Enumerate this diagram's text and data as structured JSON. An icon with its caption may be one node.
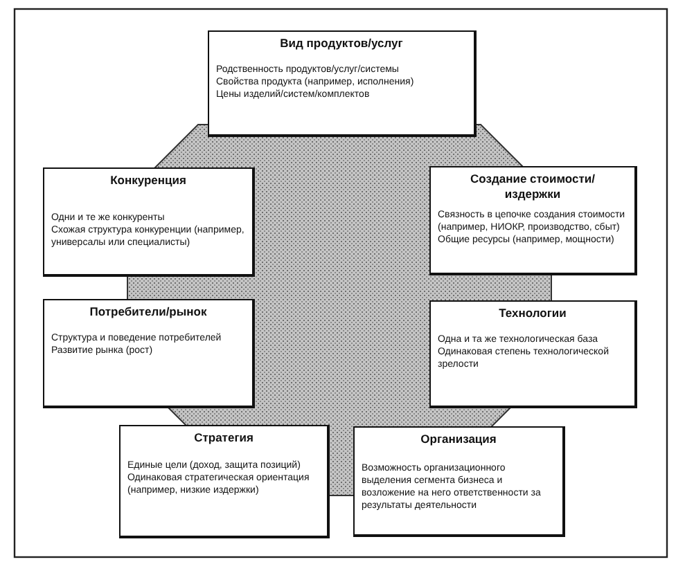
{
  "diagram": {
    "nodes": [
      {
        "text": [
          "Вид продуктов/услуг",
          "Родственность продуктов/услуг/системы",
          "Свойства продукта (например, исполнения)",
          "Цены изделий/систем/комплектов"
        ]
      },
      {
        "text": [
          "Конкуренция",
          "Одни и те же конкуренты",
          "Схожая структура конкуренции (например, универсалы или специалисты)"
        ]
      },
      {
        "text": [
          "Создание стоимости/ издержки",
          "Связность в цепочке создания стоимости (например, НИОКР, производство, сбыт)",
          "Общие ресурсы (например, мощности)"
        ]
      },
      {
        "text": [
          "Потребители/рынок",
          "Структура и поведение потребителей",
          "Развитие рынка (рост)"
        ]
      },
      {
        "text": [
          "Технологии",
          "Одна и та же технологическая база",
          "Одинаковая степень технологической зрелости"
        ]
      },
      {
        "text": [
          "Стратегия",
          "Единые цели (доход, защита позиций)",
          "Одинаковая стратегическая ориентация (например, низкие издержки)"
        ]
      },
      {
        "text": [
          "Организация",
          "Возможность организационного выделения сегмента бизнеса и возложение на него ответственности за результаты деятельности"
        ]
      }
    ]
  }
}
